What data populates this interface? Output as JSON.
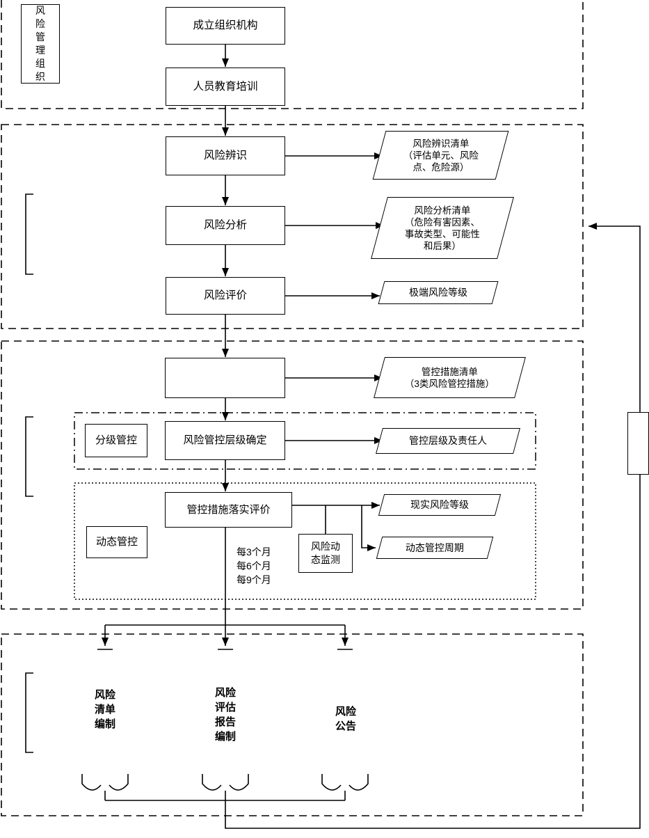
{
  "diagram": {
    "org_label": "风\n险\n管\n理\n组\n织",
    "boxes": {
      "setup_org": "成立组织机构",
      "training": "人员教育培训",
      "identify": "风险辨识",
      "analyze": "风险分析",
      "evaluate": "风险评价",
      "untitled": "",
      "control_level": "风险管控层级确定",
      "implementation_eval": "管控措施落实评价",
      "hierarchical_control": "分级管控",
      "dynamic_control": "动态管控",
      "dynamic_monitoring": "风险动\n态监测"
    },
    "outputs": {
      "identify_list": "风险辨识清单\n（评估单元、风险\n点、危险源）",
      "analyze_list": "风险分析清单\n（危险有害因素、\n事故类型、可能性\n和后果）",
      "extreme_risk": "极端风险等级",
      "control_measures": "管控措施清单\n（3类风险管控措施）",
      "control_levels": "管控层级及责任人",
      "actual_risk": "现实风险等级",
      "dynamic_cycle": "动态管控周期"
    },
    "monitoring_intervals": "每3个月\n每6个月\n每9个月",
    "bottom_labels": {
      "risk_list": "风险\n清单\n编制",
      "report": "风险\n评估\n报告\n编制",
      "announcement": "风险\n公告"
    }
  }
}
